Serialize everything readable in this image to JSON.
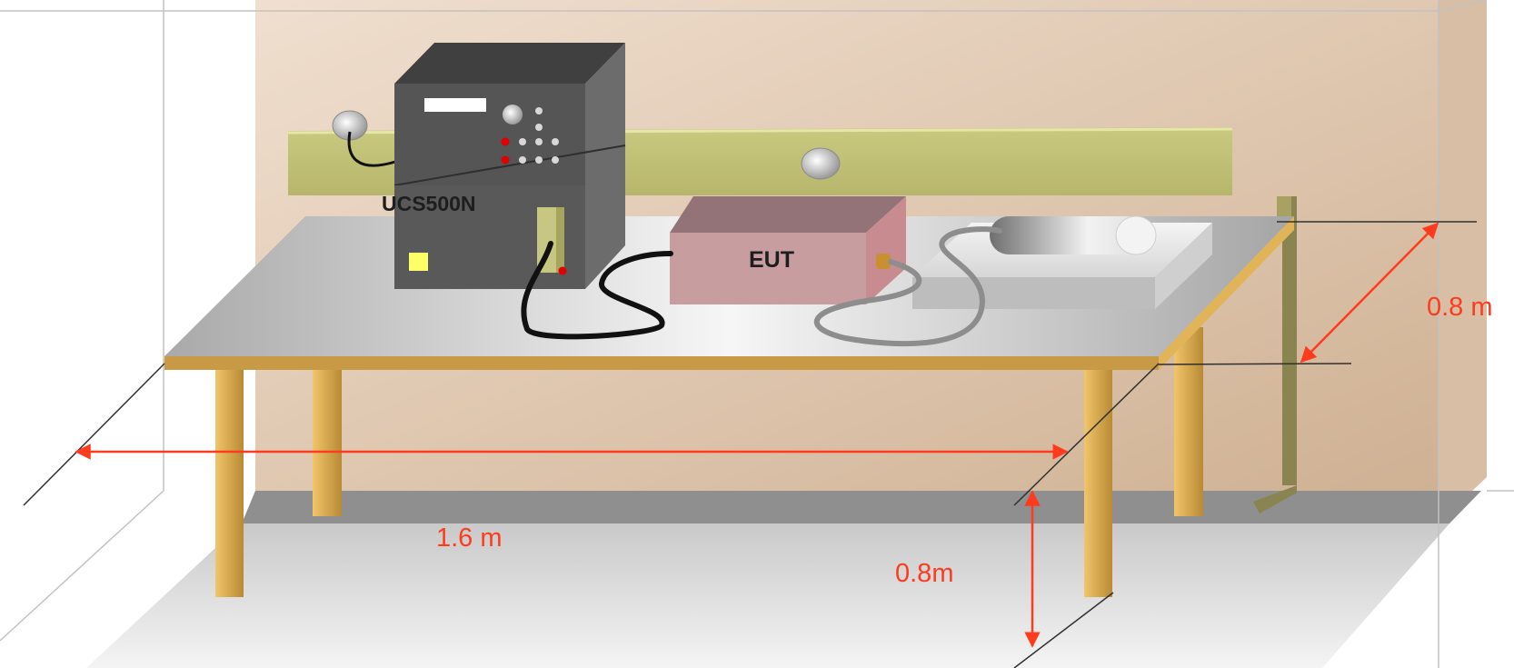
{
  "labels": {
    "generator": "UCS500N",
    "eut": "EUT",
    "table_length": "1.6 m",
    "table_depth": "0.8 m",
    "table_height": "0.8m"
  },
  "colors": {
    "dimension_arrow": "#ff3b1f",
    "wall": "#e6cdb6",
    "ground_bar": "#c3c47a",
    "table_top": "#e2e2e2",
    "table_edge": "#d9a94e",
    "generator_body": "#5a5a5a",
    "eut_box": "#c99b9e",
    "indicator_led": "#e00000",
    "yellow_indicator": "#ffff66"
  }
}
